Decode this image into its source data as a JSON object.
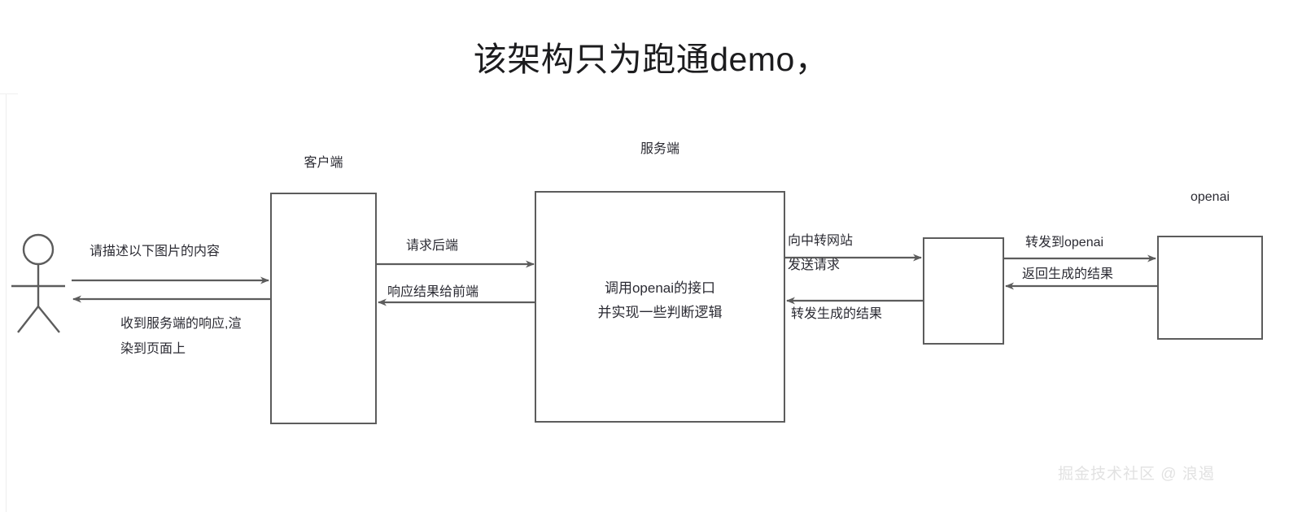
{
  "title": "该架构只为跑通demo，",
  "watermark": "掘金技术社区 @ 浪遏",
  "nodes": {
    "actor": {
      "name": "user-actor"
    },
    "client": {
      "caption": "客户端"
    },
    "server": {
      "caption": "服务端",
      "line1": "调用openai的接口",
      "line2": "并实现一些判断逻辑"
    },
    "relay": {
      "caption": ""
    },
    "openai": {
      "caption": "openai"
    }
  },
  "flows": {
    "user_to_client": "请描述以下图片的内容",
    "client_to_user_line1": "收到服务端的响应,渲",
    "client_to_user_line2": "染到页面上",
    "client_to_server": "请求后端",
    "server_to_client": "响应结果给前端",
    "server_to_relay_line1": "向中转网站",
    "server_to_relay_line2": "发送请求",
    "relay_to_server": "转发生成的结果",
    "relay_to_openai": "转发到openai",
    "openai_to_relay": "返回生成的结果"
  },
  "colors": {
    "stroke": "#5c5c5c",
    "text": "#2b2b33",
    "title": "#1c1c1e",
    "watermark": "#e2e2e2",
    "background": "#ffffff"
  }
}
